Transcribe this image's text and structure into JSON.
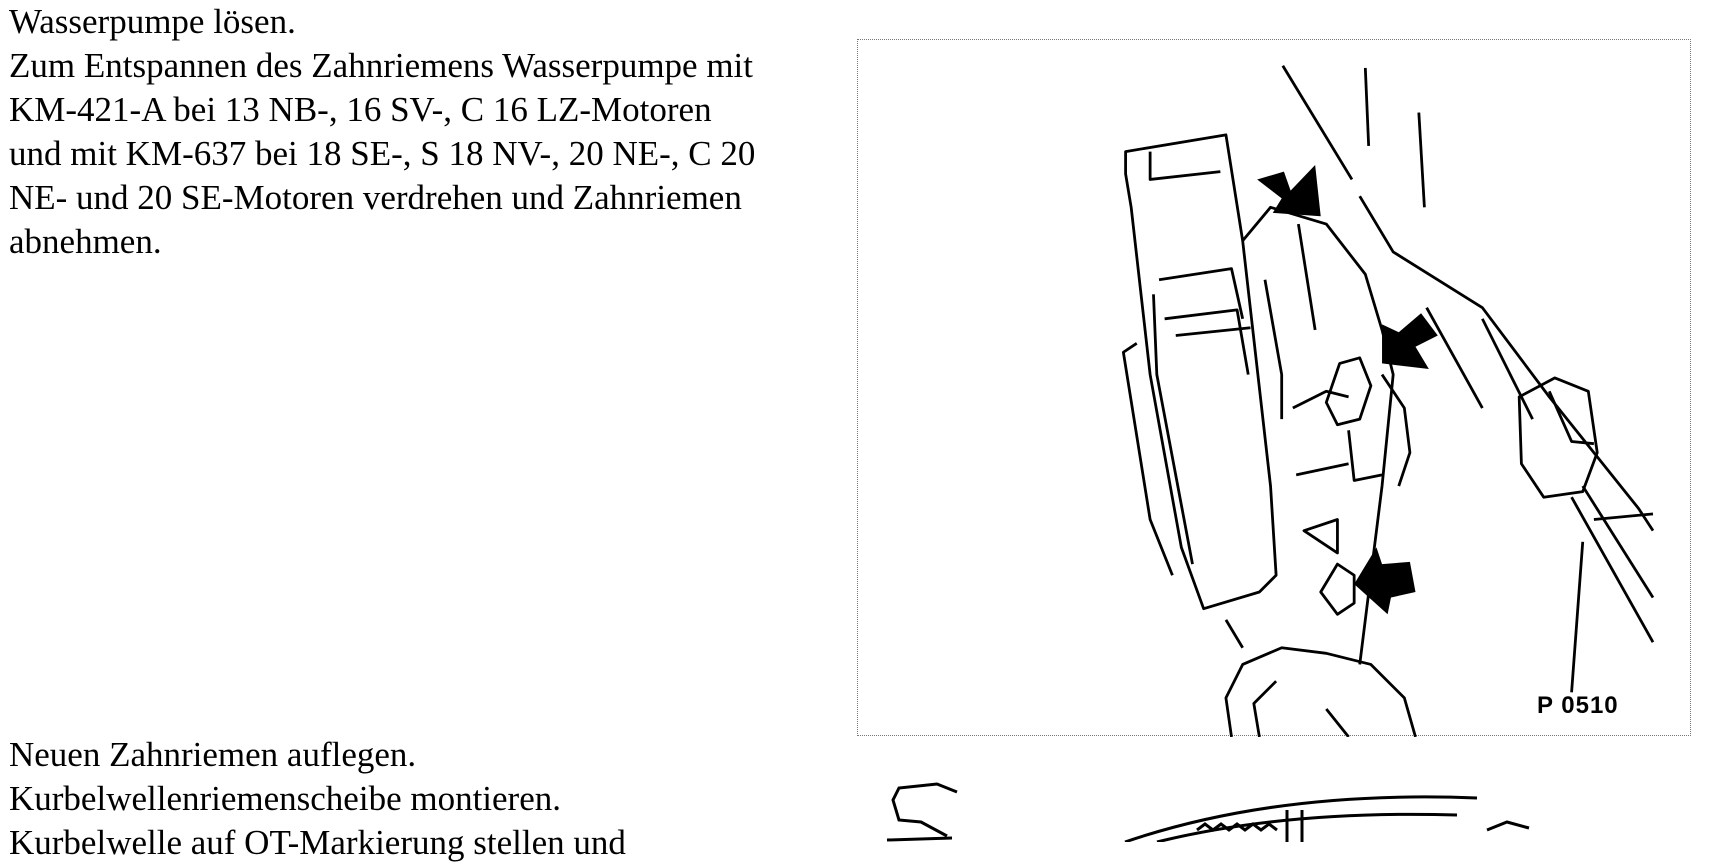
{
  "paragraph1": [
    "Wasserpumpe lösen.",
    "Zum Entspannen des Zahnriemens Wasserpumpe mit",
    "KM-421-A bei 13 NB-, 16 SV-, C 16 LZ-Motoren",
    "und mit KM-637 bei 18 SE-, S 18 NV-, 20 NE-, C 20",
    "NE- und 20 SE-Motoren verdrehen und Zahnriemen",
    "abnehmen."
  ],
  "figure1": {
    "label": "P 0510"
  },
  "paragraph2": [
    "Neuen Zahnriemen auflegen.",
    "Kurbelwellenriemenscheibe montieren.",
    "Kurbelwelle auf OT-Markierung stellen und"
  ]
}
